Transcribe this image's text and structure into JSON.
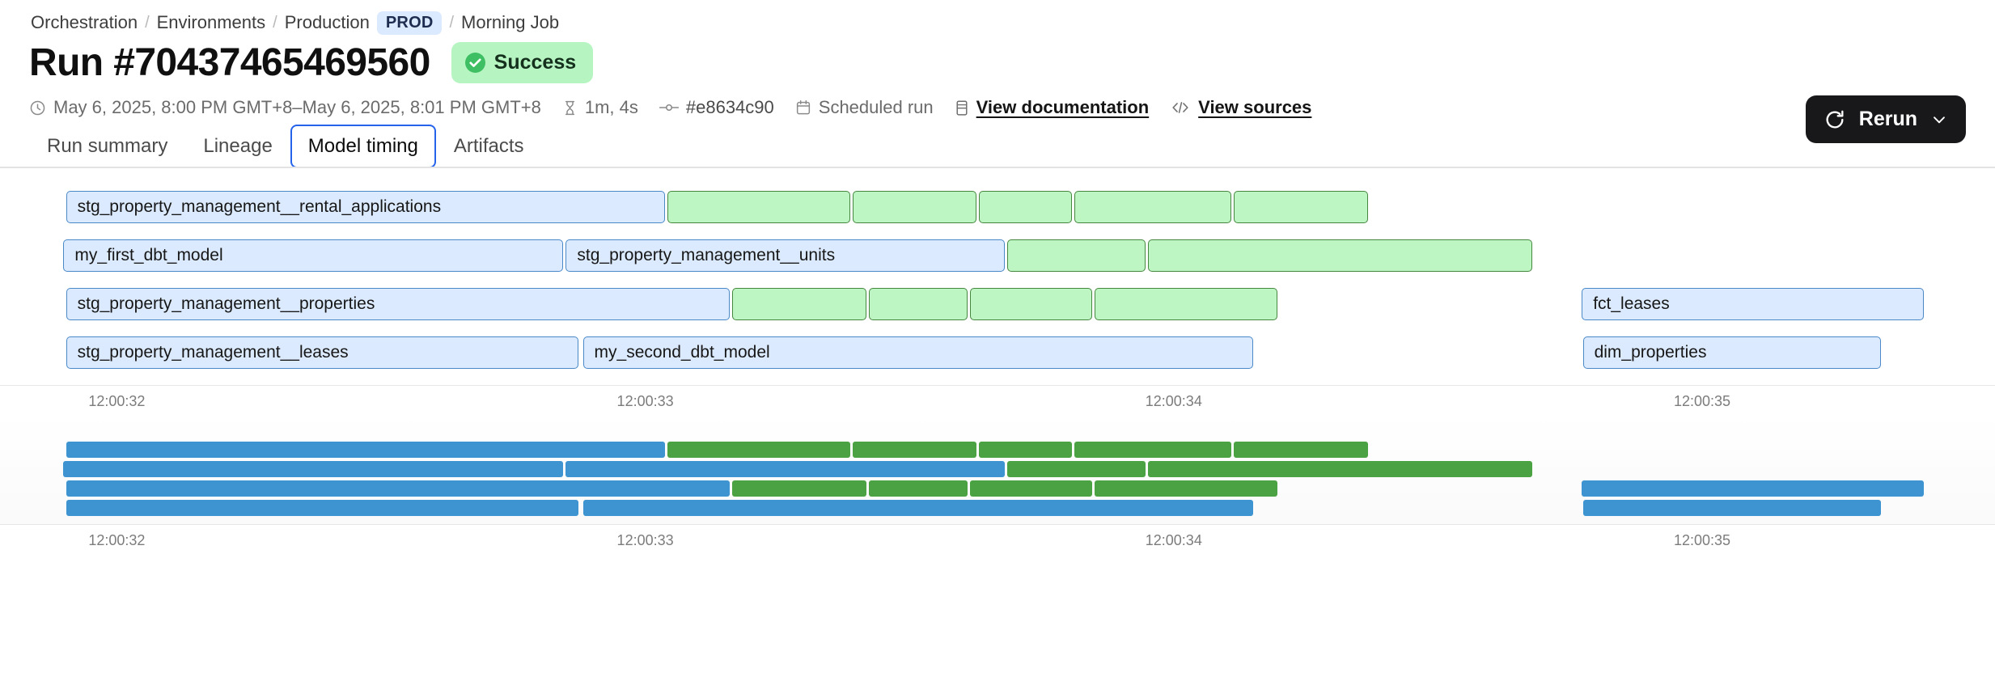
{
  "breadcrumb": {
    "separator": "/",
    "items": [
      {
        "label": "Orchestration",
        "type": "link"
      },
      {
        "label": "Environments",
        "type": "link"
      },
      {
        "label": "Production",
        "type": "link"
      },
      {
        "label": "PROD",
        "type": "tag"
      },
      {
        "label": "Morning Job",
        "type": "current"
      }
    ]
  },
  "header": {
    "title": "Run #70437465469560",
    "status": {
      "label": "Success",
      "icon": "check-circle-icon",
      "bg": "#b6f5c2",
      "fg": "#15301c",
      "accent": "#3fbf63"
    },
    "meta": {
      "timerange": "May 6, 2025, 8:00 PM GMT+8–May 6, 2025, 8:01 PM GMT+8",
      "timerange_icon": "clock-icon",
      "duration": "1m, 4s",
      "duration_icon": "hourglass-icon",
      "commit": "#e8634c90",
      "commit_icon": "git-commit-icon",
      "trigger": "Scheduled run",
      "trigger_icon": "calendar-icon",
      "docs_link": "View documentation",
      "docs_icon": "book-icon",
      "sources_link": "View sources",
      "sources_icon": "code-icon"
    },
    "rerun": {
      "label": "Rerun",
      "icon": "refresh-icon",
      "chevron": "chevron-down-icon",
      "bg": "#18181b"
    }
  },
  "tabs": {
    "items": [
      {
        "label": "Run summary",
        "active": false
      },
      {
        "label": "Lineage",
        "active": false
      },
      {
        "label": "Model timing",
        "active": true
      },
      {
        "label": "Artifacts",
        "active": false
      }
    ],
    "active_outline": "#2563eb"
  },
  "chart_data": {
    "type": "bar",
    "subtype": "gantt",
    "title": "Model timing",
    "xlabel": "",
    "ylabel": "",
    "grid": false,
    "legend": null,
    "x_axis": {
      "ticks": [
        "12:00:32",
        "12:00:33",
        "12:00:34",
        "12:00:35"
      ],
      "tick_positions_pct": [
        2.8,
        31.2,
        59.6,
        88.0
      ],
      "range": [
        "12:00:31.9",
        "12:00:35.4"
      ]
    },
    "colors": {
      "model_fill": "#dbeafe",
      "model_stroke": "#4a88c7",
      "test_fill": "#bdf5c3",
      "test_stroke": "#46873f",
      "mini_model": "#3d94d1",
      "mini_test": "#4ba243"
    },
    "lanes": [
      {
        "lane": 1,
        "bars": [
          {
            "label": "stg_property_management__rental_applications",
            "kind": "model",
            "left_pct": 0.07,
            "width_pct": 32.2
          },
          {
            "label": "",
            "kind": "test",
            "left_pct": 32.39,
            "width_pct": 9.83
          },
          {
            "label": "",
            "kind": "test",
            "left_pct": 42.35,
            "width_pct": 6.63
          },
          {
            "label": "",
            "kind": "test",
            "left_pct": 49.11,
            "width_pct": 5.0
          },
          {
            "label": "",
            "kind": "test",
            "left_pct": 54.24,
            "width_pct": 8.44
          },
          {
            "label": "",
            "kind": "test",
            "left_pct": 62.81,
            "width_pct": 7.25
          }
        ]
      },
      {
        "lane": 2,
        "bars": [
          {
            "label": "my_first_dbt_model",
            "kind": "model",
            "left_pct": -0.07,
            "width_pct": 26.86
          },
          {
            "label": "stg_property_management__units",
            "kind": "model",
            "left_pct": 26.93,
            "width_pct": 23.58
          },
          {
            "label": "",
            "kind": "test",
            "left_pct": 50.64,
            "width_pct": 7.45
          },
          {
            "label": "",
            "kind": "test",
            "left_pct": 58.22,
            "width_pct": 20.66
          }
        ]
      },
      {
        "lane": 3,
        "bars": [
          {
            "label": "stg_property_management__properties",
            "kind": "model",
            "left_pct": 0.07,
            "width_pct": 35.68
          },
          {
            "label": "",
            "kind": "test",
            "left_pct": 35.88,
            "width_pct": 7.19
          },
          {
            "label": "",
            "kind": "test",
            "left_pct": 43.2,
            "width_pct": 5.33
          },
          {
            "label": "",
            "kind": "test",
            "left_pct": 48.65,
            "width_pct": 6.56
          },
          {
            "label": "",
            "kind": "test",
            "left_pct": 55.34,
            "width_pct": 9.83
          },
          {
            "label": "fct_leases",
            "kind": "model",
            "left_pct": 81.53,
            "width_pct": 18.4
          }
        ]
      },
      {
        "lane": 4,
        "bars": [
          {
            "label": "stg_property_management__leases",
            "kind": "model",
            "left_pct": 0.07,
            "width_pct": 27.52
          },
          {
            "label": "my_second_dbt_model",
            "kind": "model",
            "left_pct": 27.85,
            "width_pct": 36.01
          },
          {
            "label": "dim_properties",
            "kind": "model",
            "left_pct": 81.59,
            "width_pct": 16.04
          }
        ]
      }
    ],
    "minimap": {
      "x_axis": {
        "ticks": [
          "12:00:32",
          "12:00:33",
          "12:00:34",
          "12:00:35"
        ],
        "tick_positions_pct": [
          2.8,
          31.2,
          59.6,
          88.0
        ]
      },
      "lanes": [
        {
          "lane": 1,
          "bars": [
            {
              "kind": "model",
              "left_pct": 0.07,
              "width_pct": 32.2
            },
            {
              "kind": "test",
              "left_pct": 32.39,
              "width_pct": 9.83
            },
            {
              "kind": "test",
              "left_pct": 42.35,
              "width_pct": 6.63
            },
            {
              "kind": "test",
              "left_pct": 49.11,
              "width_pct": 5.0
            },
            {
              "kind": "test",
              "left_pct": 54.24,
              "width_pct": 8.44
            },
            {
              "kind": "test",
              "left_pct": 62.81,
              "width_pct": 7.25
            }
          ]
        },
        {
          "lane": 2,
          "bars": [
            {
              "kind": "model",
              "left_pct": -0.07,
              "width_pct": 26.86
            },
            {
              "kind": "model",
              "left_pct": 26.93,
              "width_pct": 23.58
            },
            {
              "kind": "test",
              "left_pct": 50.64,
              "width_pct": 7.45
            },
            {
              "kind": "test",
              "left_pct": 58.22,
              "width_pct": 20.66
            }
          ]
        },
        {
          "lane": 3,
          "bars": [
            {
              "kind": "model",
              "left_pct": 0.07,
              "width_pct": 35.68
            },
            {
              "kind": "test",
              "left_pct": 35.88,
              "width_pct": 7.19
            },
            {
              "kind": "test",
              "left_pct": 43.2,
              "width_pct": 5.33
            },
            {
              "kind": "test",
              "left_pct": 48.65,
              "width_pct": 6.56
            },
            {
              "kind": "test",
              "left_pct": 55.34,
              "width_pct": 9.83
            },
            {
              "kind": "model",
              "left_pct": 81.53,
              "width_pct": 18.4
            }
          ]
        },
        {
          "lane": 4,
          "bars": [
            {
              "kind": "model",
              "left_pct": 0.07,
              "width_pct": 27.52
            },
            {
              "kind": "model",
              "left_pct": 27.85,
              "width_pct": 36.01
            },
            {
              "kind": "model",
              "left_pct": 81.59,
              "width_pct": 16.04
            }
          ]
        }
      ]
    }
  }
}
